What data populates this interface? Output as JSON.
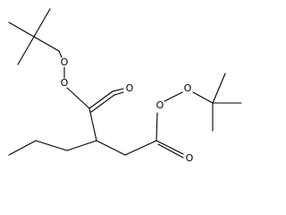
{
  "structure": {
    "atoms": {
      "o_peroxy_top_left_upper": "O",
      "o_peroxy_top_left_lower": "O",
      "o_carbonyl_left": "O",
      "o_peroxy_right_left": "O",
      "o_peroxy_right_right": "O",
      "o_carbonyl_right": "O"
    }
  }
}
